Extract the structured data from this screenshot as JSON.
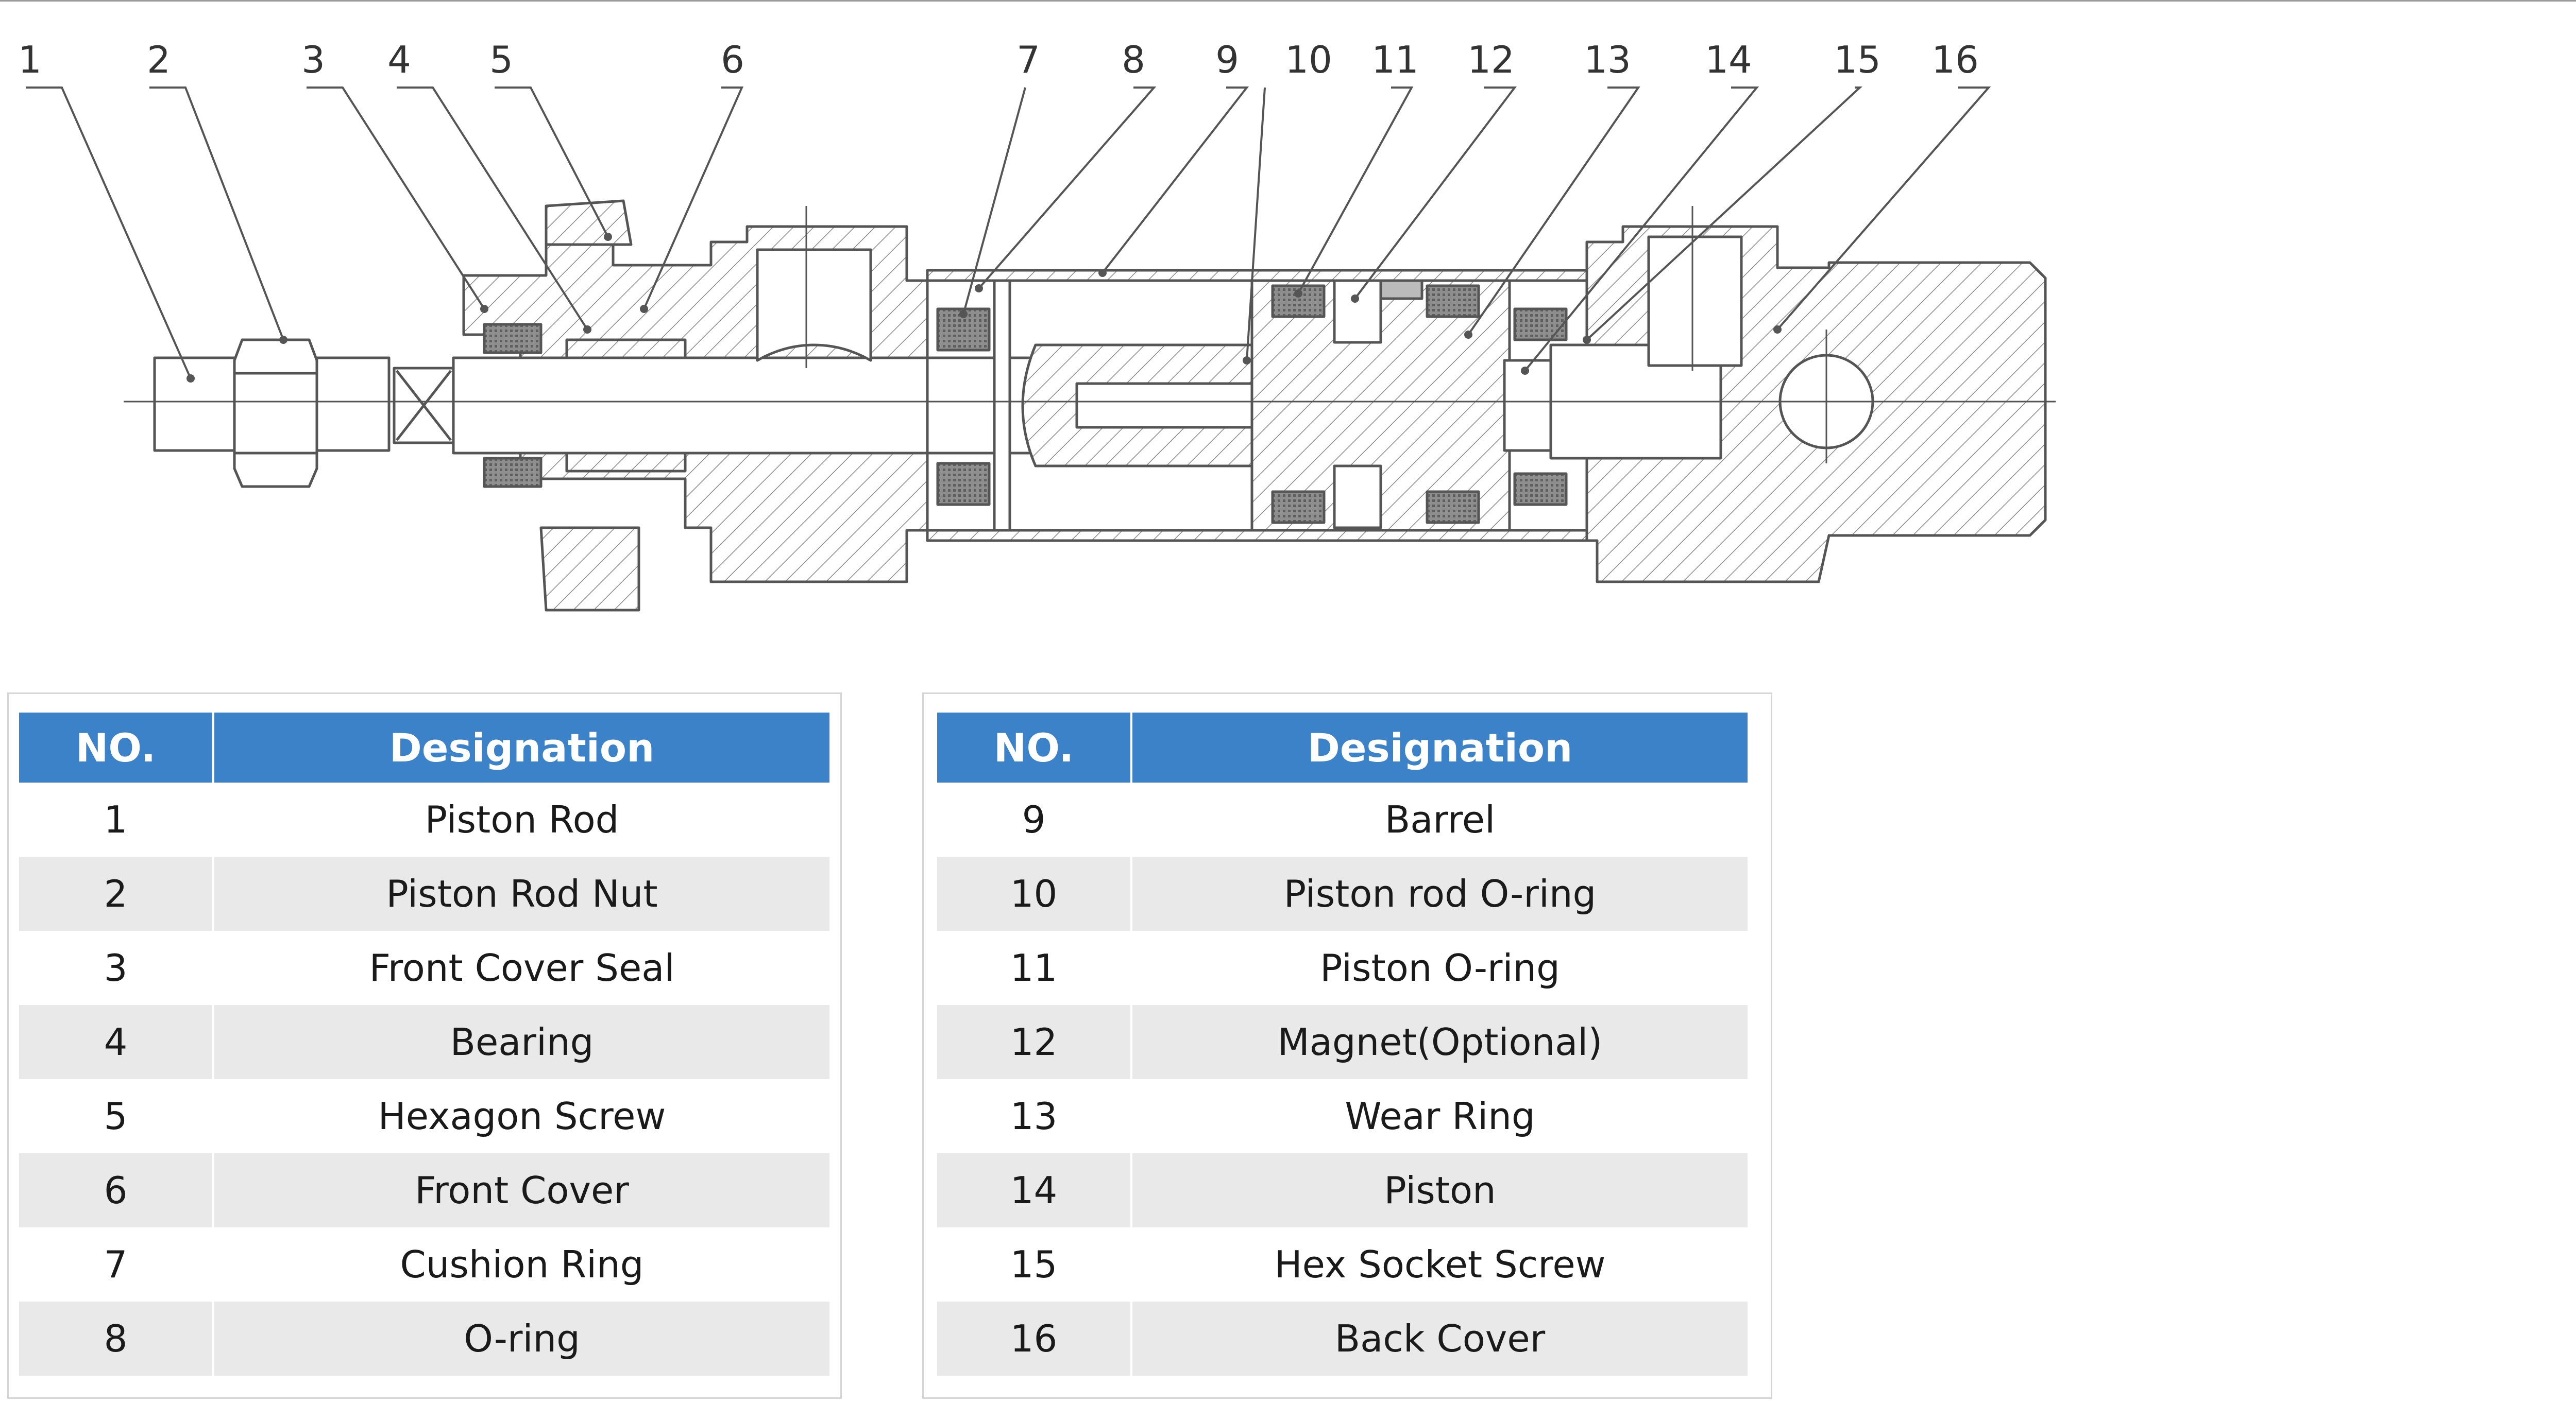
{
  "callouts": [
    "1",
    "2",
    "3",
    "4",
    "5",
    "6",
    "7",
    "8",
    "9",
    "10",
    "11",
    "12",
    "13",
    "14",
    "15",
    "16"
  ],
  "tables": [
    {
      "header": {
        "no": "NO.",
        "designation": "Designation"
      },
      "rows": [
        {
          "no": "1",
          "name": "Piston Rod"
        },
        {
          "no": "2",
          "name": "Piston Rod Nut"
        },
        {
          "no": "3",
          "name": "Front Cover Seal"
        },
        {
          "no": "4",
          "name": "Bearing"
        },
        {
          "no": "5",
          "name": "Hexagon Screw"
        },
        {
          "no": "6",
          "name": "Front Cover"
        },
        {
          "no": "7",
          "name": "Cushion Ring"
        },
        {
          "no": "8",
          "name": "O-ring"
        }
      ]
    },
    {
      "header": {
        "no": "NO.",
        "designation": "Designation"
      },
      "rows": [
        {
          "no": "9",
          "name": "Barrel"
        },
        {
          "no": "10",
          "name": "Piston rod O-ring"
        },
        {
          "no": "11",
          "name": "Piston O-ring"
        },
        {
          "no": "12",
          "name": "Magnet(Optional)"
        },
        {
          "no": "13",
          "name": "Wear Ring"
        },
        {
          "no": "14",
          "name": "Piston"
        },
        {
          "no": "15",
          "name": "Hex Socket Screw"
        },
        {
          "no": "16",
          "name": "Back Cover"
        }
      ]
    }
  ],
  "colors": {
    "header_bg": "#3b82c9",
    "row_alt": "#e9e9e9",
    "line": "#555555"
  }
}
